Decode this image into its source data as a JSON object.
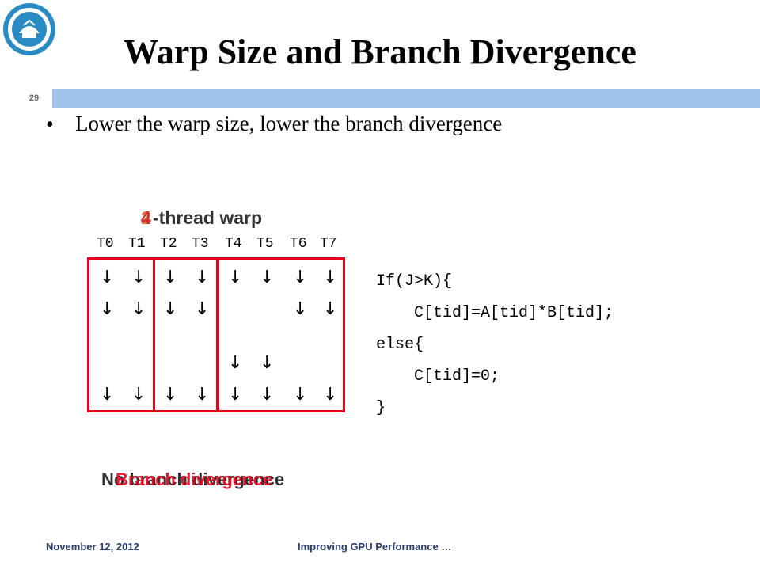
{
  "slide": {
    "title": "Warp Size and Branch Divergence",
    "number": "29",
    "bullet": "Lower the warp size, lower the branch divergence"
  },
  "diagram": {
    "warp_digits": [
      "2",
      "4",
      "4"
    ],
    "warp_label": "-thread warp",
    "threads": [
      "T0",
      "T1",
      "T2",
      "T3",
      "T4",
      "T5",
      "T6",
      "T7"
    ],
    "arrow_glyph": "↓",
    "rows": [
      [
        true,
        true,
        true,
        true,
        true,
        true,
        true,
        true
      ],
      [
        true,
        true,
        true,
        true,
        false,
        false,
        true,
        true
      ],
      [
        false,
        false,
        false,
        false,
        true,
        true,
        false,
        false
      ],
      [
        true,
        true,
        true,
        true,
        true,
        true,
        true,
        true
      ]
    ],
    "results": {
      "no_divergence": "No branch divergence",
      "divergence": "Branch divergence"
    }
  },
  "code": {
    "lines": [
      "If(J>K){",
      "    C[tid]=A[tid]*B[tid];",
      "else{",
      "    C[tid]=0;",
      "}"
    ]
  },
  "footer": {
    "date": "November 12, 2012",
    "title": "Improving GPU Performance …"
  },
  "colors": {
    "accent_bar": "#9ec3ea",
    "warp_box": "#e8001c",
    "footer_text": "#2a3b6b"
  }
}
